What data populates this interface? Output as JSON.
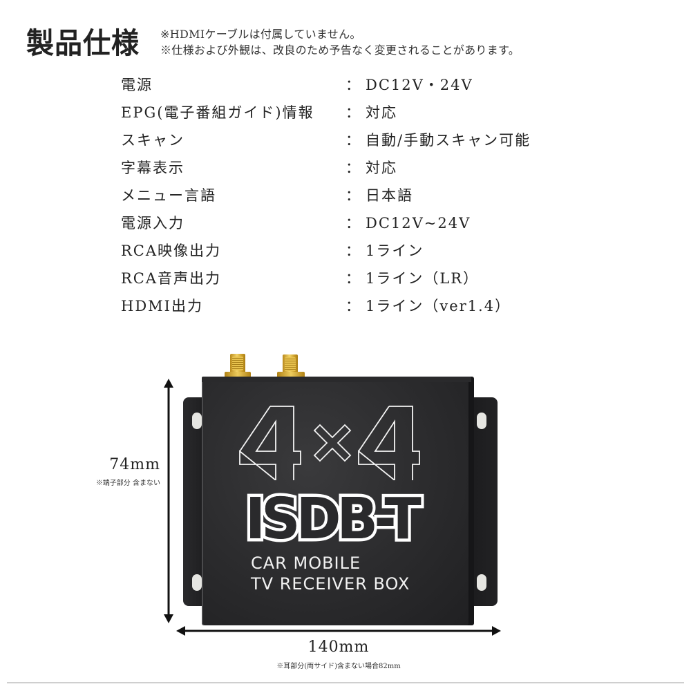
{
  "header": {
    "title": "製品仕様",
    "notes": [
      "※HDMIケーブルは付属していません。",
      "※仕様および外観は、改良のため予告なく変更されることがあります。"
    ]
  },
  "specs": [
    {
      "label": "電源",
      "value": "DC12V・24V"
    },
    {
      "label": "EPG(電子番組ガイド)情報",
      "value": "対応"
    },
    {
      "label": "スキャン",
      "value": "自動/手動スキャン可能"
    },
    {
      "label": "字幕表示",
      "value": "対応"
    },
    {
      "label": "メニュー言語",
      "value": "日本語"
    },
    {
      "label": "電源入力",
      "value": "DC12V~24V"
    },
    {
      "label": "RCA映像出力",
      "value": "1ライン"
    },
    {
      "label": "RCA音声出力",
      "value": "1ライン（LR）"
    },
    {
      "label": "HDMI出力",
      "value": "1ライン（ver1.4）"
    }
  ],
  "separator": "：",
  "product": {
    "logo_top": "4×4",
    "logo_main": "ISDB-T",
    "line1": "CAR MOBILE",
    "line2": "TV RECEIVER BOX",
    "body_color": "#2b2b2d",
    "connector_color": "#e0b53c"
  },
  "dimensions": {
    "height": {
      "value": "74mm",
      "note": "※端子部分 含まない"
    },
    "width": {
      "value": "140mm",
      "note": "※耳部分(両サイド)含まない場合82mm"
    }
  }
}
